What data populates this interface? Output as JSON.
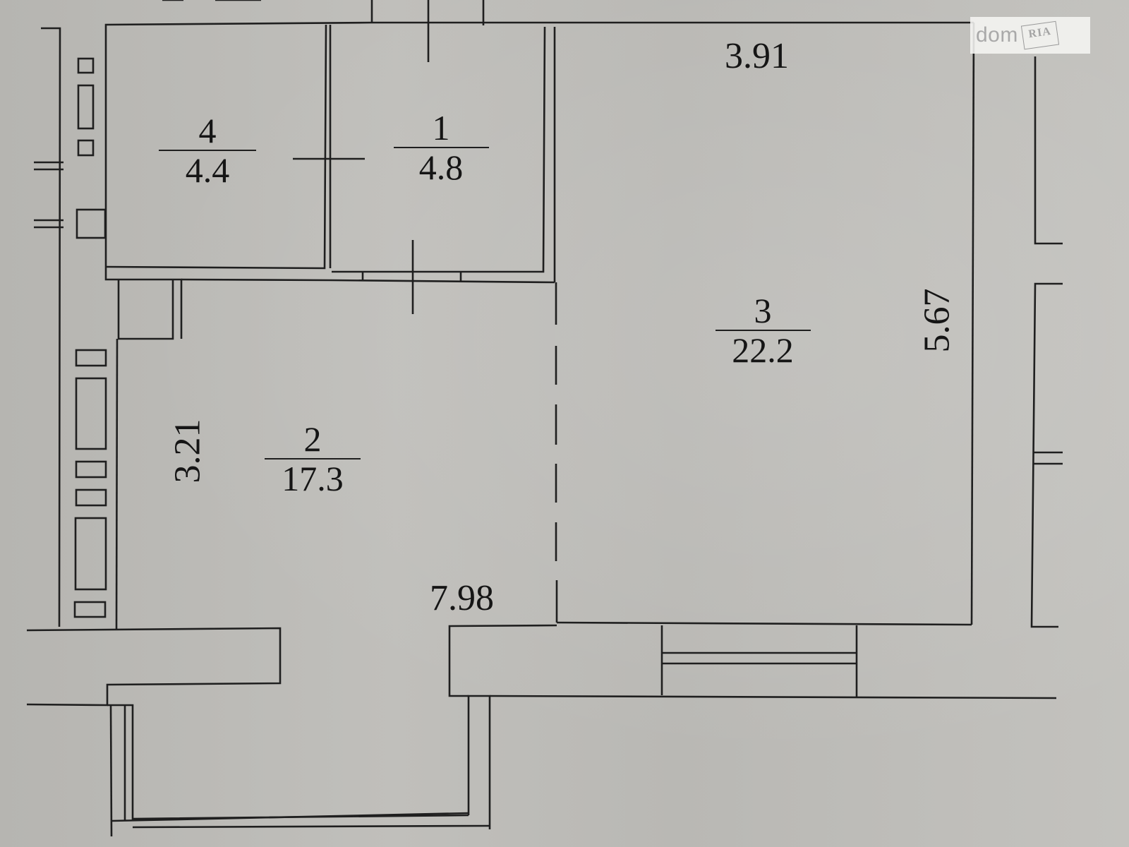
{
  "diagram": {
    "type": "apartment floor plan",
    "rooms": [
      {
        "number": "4",
        "area": "4.4"
      },
      {
        "number": "1",
        "area": "4.8"
      },
      {
        "number": "3",
        "area": "22.2"
      },
      {
        "number": "2",
        "area": "17.3"
      }
    ],
    "dimensions": {
      "top_width": "3.91",
      "right_height": "5.67",
      "left_height": "3.21",
      "bottom_length": "7.98"
    }
  },
  "watermark": {
    "brand_text": "dom",
    "badge_text": "RIA"
  },
  "colors": {
    "paper": "#b9b8b4",
    "lines": "#1f1f1f",
    "text": "#151515"
  }
}
